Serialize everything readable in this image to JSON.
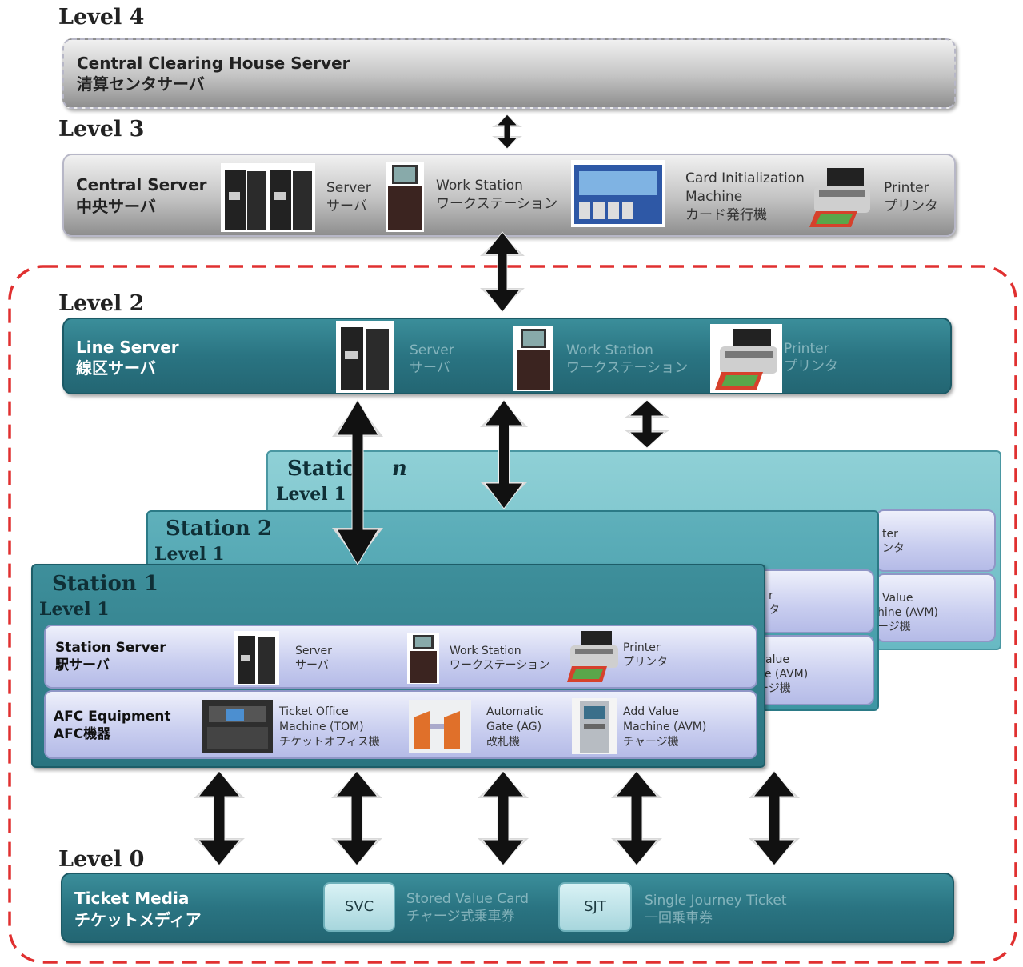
{
  "levels": {
    "level4": {
      "title": "Level 4",
      "bar": {
        "line1": "Central Clearing House Server",
        "line2": "清算センタサーバ"
      }
    },
    "level3": {
      "title": "Level 3",
      "bar": {
        "line1": "Central Server",
        "line2": "中央サーバ"
      },
      "items": [
        {
          "icon": "server-rack-icon",
          "line1": "Server",
          "line2": "サーバ"
        },
        {
          "icon": "workstation-icon",
          "line1": "Work Station",
          "line2": "ワークステーション"
        },
        {
          "icon": "card-machine-icon",
          "line1": "Card Initialization",
          "line2": "Machine",
          "line3": "カード発行機"
        },
        {
          "icon": "printer-icon",
          "line1": "Printer",
          "line2": "プリンタ"
        }
      ]
    },
    "level2": {
      "title": "Level 2",
      "bar": {
        "line1": "Line Server",
        "line2": "線区サーバ"
      },
      "items": [
        {
          "icon": "server-rack-icon",
          "line1": "Server",
          "line2": "サーバ"
        },
        {
          "icon": "workstation-icon",
          "line1": "Work Station",
          "line2": "ワークステーション"
        },
        {
          "icon": "printer-icon",
          "line1": "Printer",
          "line2": "プリンタ"
        }
      ]
    },
    "level0": {
      "title": "Level 0",
      "bar": {
        "line1": "Ticket Media",
        "line2": "チケットメディア"
      },
      "items": [
        {
          "button": "SVC",
          "line1": "Stored Value Card",
          "line2": "チャージ式乗車券"
        },
        {
          "button": "SJT",
          "line1": "Single Journey Ticket",
          "line2": "一回乗車券"
        }
      ]
    }
  },
  "stations": {
    "station_n": {
      "title_a": "Statio",
      "title_b": "n",
      "sub": "Level 1",
      "peek": {
        "printer_a": "ter",
        "printer_b": "ンタ",
        "avm_a": "Value",
        "avm_b": "hine (AVM)",
        "avm_c": "ージ機"
      }
    },
    "station_2": {
      "title": "Station 2",
      "sub": "Level 1",
      "peek": {
        "printer_a": "r",
        "printer_b": "タ",
        "avm_a": "alue",
        "avm_b": "ne (AVM)",
        "avm_c": "ージ機"
      }
    },
    "station_1": {
      "title": "Station 1",
      "sub": "Level 1",
      "server_panel": {
        "line1": "Station Server",
        "line2": "駅サーバ",
        "items": [
          {
            "icon": "server-rack-icon",
            "line1": "Server",
            "line2": "サーバ"
          },
          {
            "icon": "workstation-icon",
            "line1": "Work Station",
            "line2": "ワークステーション"
          },
          {
            "icon": "printer-icon",
            "line1": "Printer",
            "line2": "プリンタ"
          }
        ]
      },
      "afc_panel": {
        "line1": "AFC Equipment",
        "line2": "AFC機器",
        "items": [
          {
            "icon": "ticket-office-machine-icon",
            "line1": "Ticket Office",
            "line2": "Machine (TOM)",
            "line3": "チケットオフィス機"
          },
          {
            "icon": "automatic-gate-icon",
            "line1": "Automatic",
            "line2": "Gate (AG)",
            "line3": "改札機"
          },
          {
            "icon": "add-value-machine-icon",
            "line1": "Add Value",
            "line2": "Machine (AVM)",
            "line3": "チャージ機"
          }
        ]
      }
    }
  },
  "colors": {
    "dashed_boundary": "#e03030",
    "teal": "#2a7482",
    "arrow": "#111111"
  }
}
